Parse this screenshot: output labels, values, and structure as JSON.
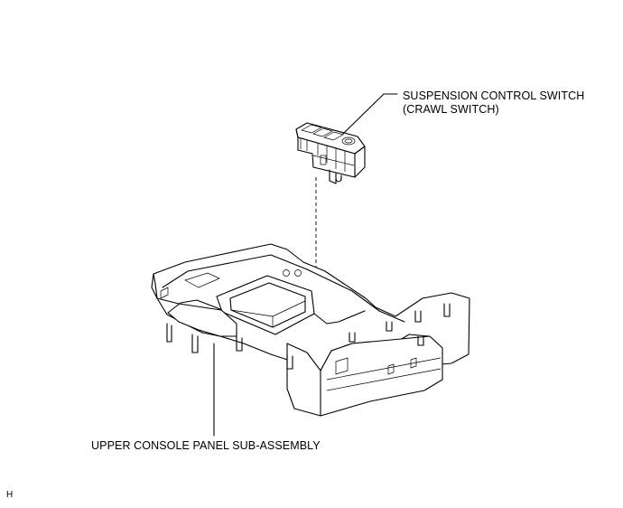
{
  "labels": {
    "switch_line1": "SUSPENSION CONTROL SWITCH",
    "switch_line2": "(CRAWL SWITCH)",
    "console": "UPPER CONSOLE PANEL SUB-ASSEMBLY"
  },
  "figure_code": "H",
  "colors": {
    "line": "#000000",
    "background": "#ffffff"
  }
}
